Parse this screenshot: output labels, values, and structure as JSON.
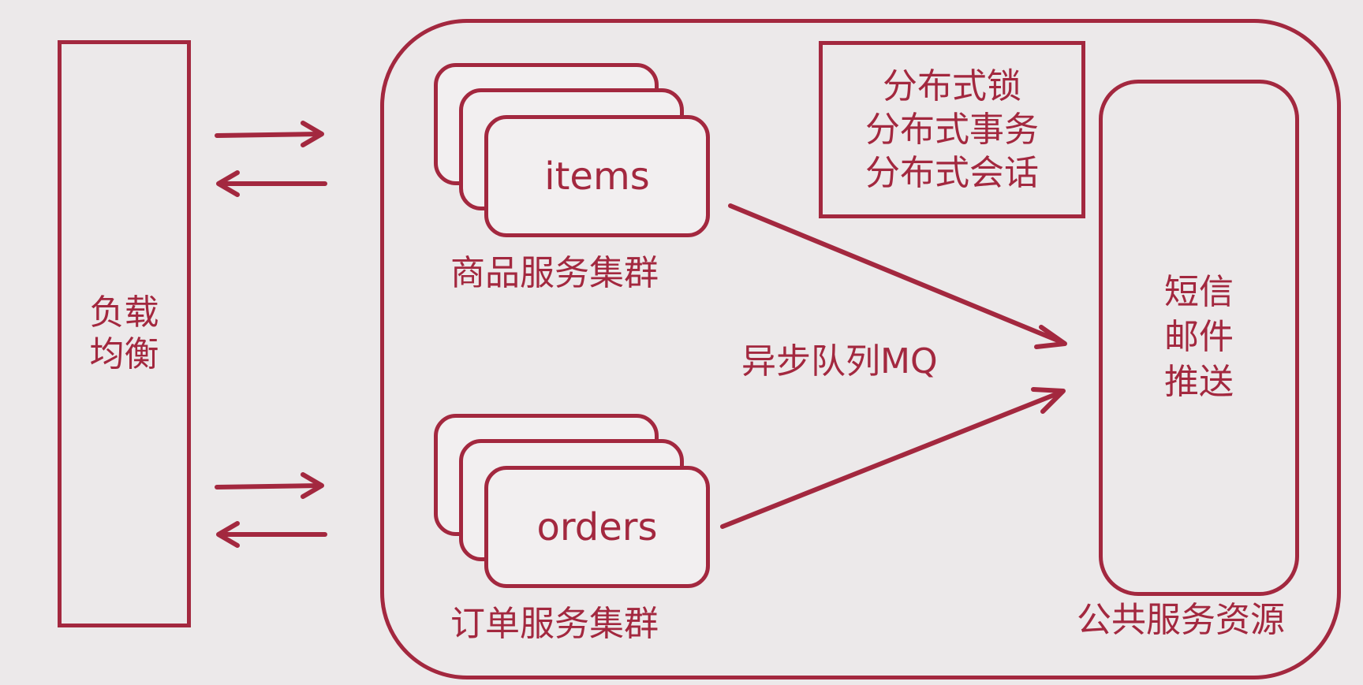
{
  "load_balancer": {
    "line1": "负载",
    "line2": "均衡"
  },
  "services": {
    "items": {
      "name": "items",
      "cluster_label": "商品服务集群"
    },
    "orders": {
      "name": "orders",
      "cluster_label": "订单服务集群"
    }
  },
  "distributed_box": {
    "line1": "分布式锁",
    "line2": "分布式事务",
    "line3": "分布式会话"
  },
  "mq_label": "异步队列MQ",
  "notification_box": {
    "line1": "短信",
    "line2": "邮件",
    "line3": "推送"
  },
  "public_resources_label": "公共服务资源",
  "colors": {
    "accent": "#a3283f",
    "background": "#ece9ea"
  }
}
